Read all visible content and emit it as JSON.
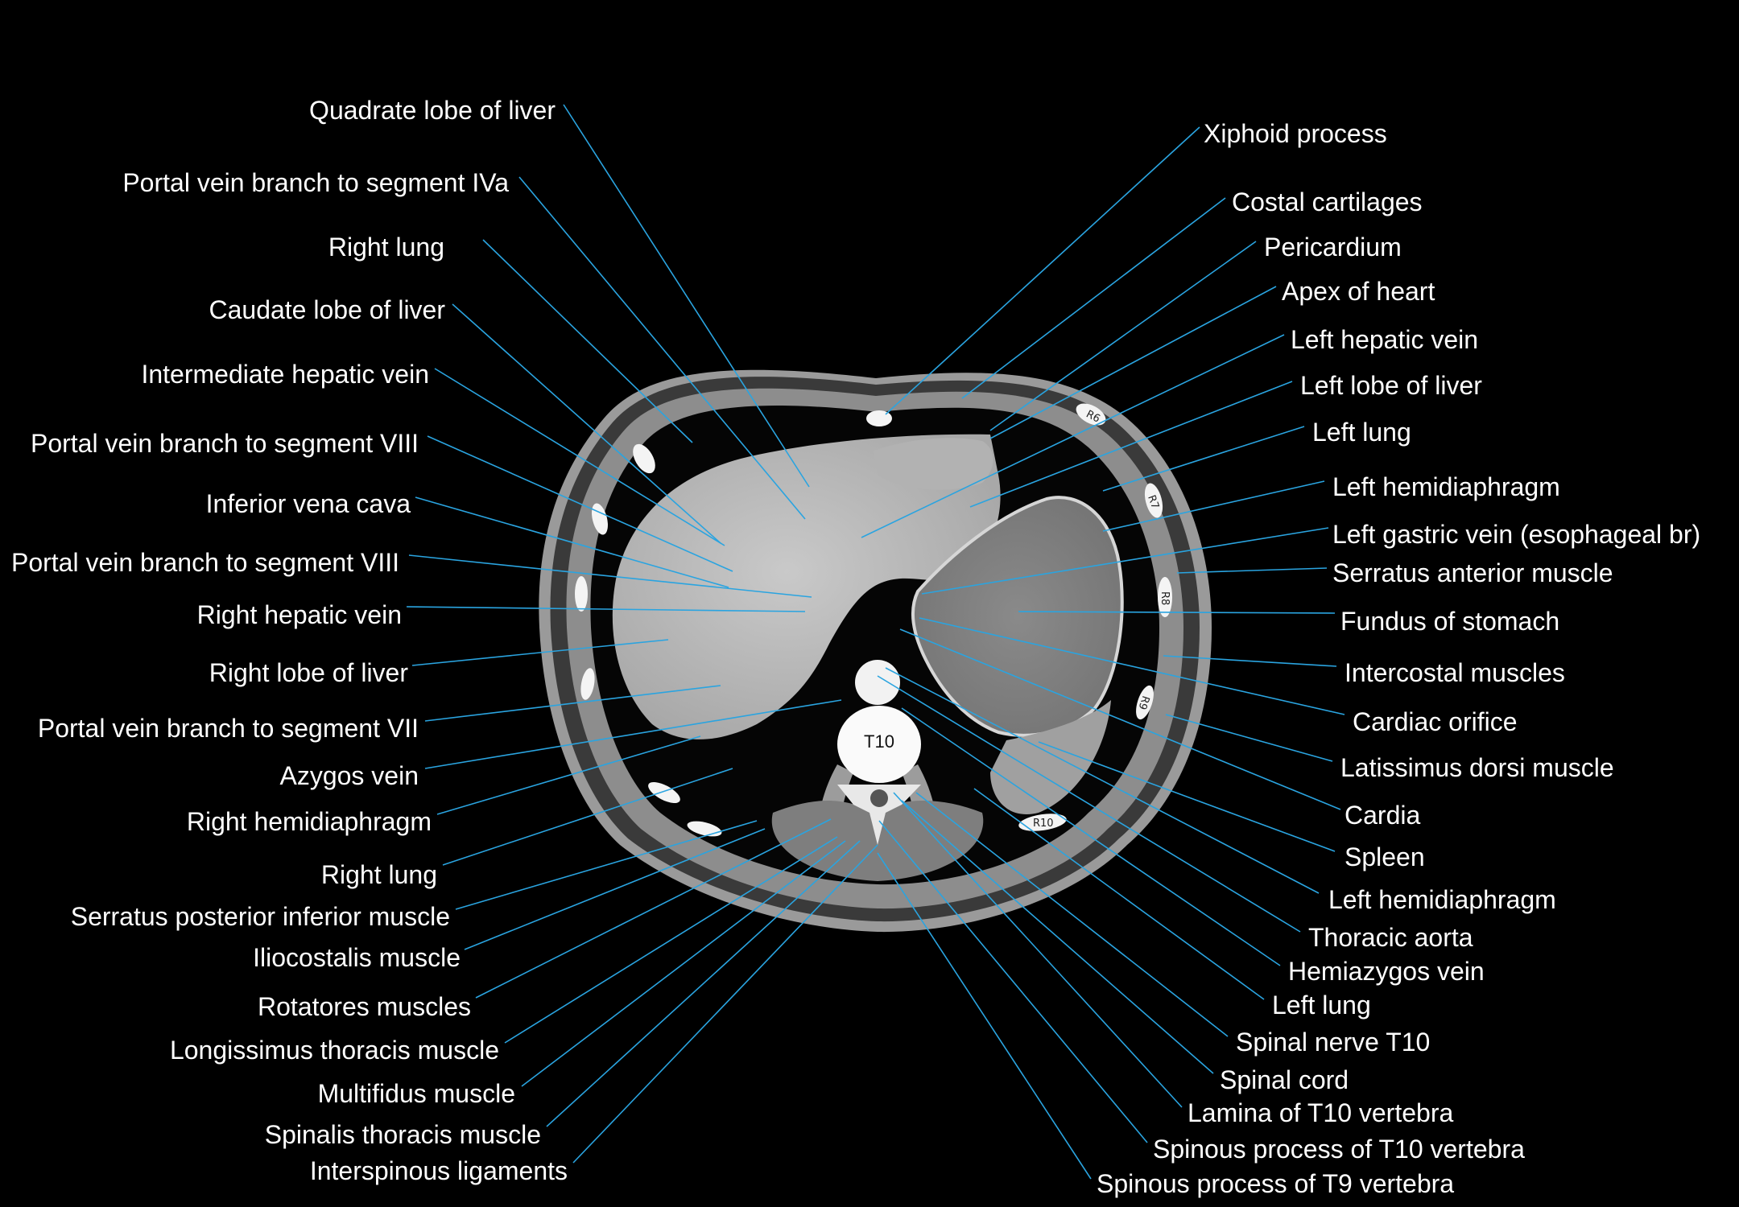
{
  "colors": {
    "background": "#000000",
    "leader": "#2aa4e0",
    "label": "#ffffff"
  },
  "vertebra_label": "T10",
  "rib_labels": [
    "R6",
    "R7",
    "R8",
    "R9",
    "R10"
  ],
  "labels_left": [
    "Quadrate lobe of liver",
    "Portal vein branch to segment IVa",
    "Right lung",
    "Caudate lobe of liver",
    "Intermediate hepatic vein",
    "Portal vein branch to segment VIII",
    "Inferior vena cava",
    "Portal vein branch to segment VIII",
    "Right hepatic vein",
    "Right lobe of liver",
    "Portal vein branch to segment VII",
    "Azygos vein",
    "Right hemidiaphragm",
    "Right lung",
    "Serratus posterior inferior muscle",
    "Iliocostalis muscle",
    "Rotatores muscles",
    "Longissimus thoracis muscle",
    "Multifidus muscle",
    "Spinalis thoracis muscle",
    "Interspinous ligaments"
  ],
  "labels_right": [
    "Xiphoid process",
    "Costal cartilages",
    "Pericardium",
    "Apex of heart",
    "Left hepatic vein",
    "Left lobe of liver",
    "Left lung",
    "Left hemidiaphragm",
    "Left gastric vein (esophageal br)",
    "Serratus anterior muscle",
    "Fundus of stomach",
    "Intercostal muscles",
    "Cardiac orifice",
    "Latissimus dorsi muscle",
    "Cardia",
    "Spleen",
    "Left hemidiaphragm",
    "Thoracic aorta",
    "Hemiazygos vein",
    "Left lung",
    "Spinal nerve T10",
    "Spinal cord",
    "Lamina of T10 vertebra",
    "Spinous process of T10 vertebra",
    "Spinous process of T9 vertebra"
  ]
}
